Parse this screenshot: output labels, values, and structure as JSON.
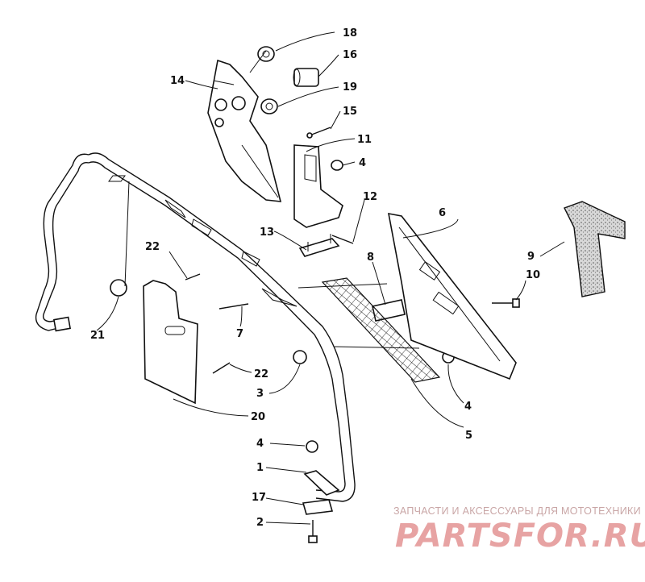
{
  "labels": {
    "l1": "1",
    "l2": "2",
    "l3": "3",
    "l4a": "4",
    "l4b": "4",
    "l4c": "4",
    "l5": "5",
    "l6": "6",
    "l7": "7",
    "l8": "8",
    "l9": "9",
    "l10": "10",
    "l11": "11",
    "l12": "12",
    "l13": "13",
    "l14": "14",
    "l15": "15",
    "l16": "16",
    "l17": "17",
    "l18": "18",
    "l19": "19",
    "l20": "20",
    "l21": "21",
    "l22a": "22",
    "l22b": "22"
  },
  "watermark": {
    "tagline": "ЗАПЧАСТИ И АКСЕССУАРЫ ДЛЯ МОТОТЕХНИКИ",
    "brand": "PARTSFOR.RU"
  }
}
